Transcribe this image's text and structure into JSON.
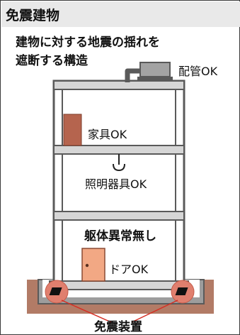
{
  "title": "免震建物",
  "subtitle": {
    "line1": "建物に対する地震の揺れを",
    "line2": "遮断する構造"
  },
  "labels": {
    "piping": "配管OK",
    "furniture": "家具OK",
    "lighting": "照明器具OK",
    "structure": "躯体異常無し",
    "door": "ドアOK",
    "isolator": "免震装置"
  },
  "colors": {
    "title_bar": "#e9e9e9",
    "frame": "#5a5a5a",
    "floor_slab": "#d6d6d6",
    "furniture": "#b5644e",
    "door": "#f2a884",
    "ground": "#b27b66",
    "foundation": "#9d9d9d",
    "isolator_circle": "#e07f6e",
    "callout_line": "#d62d22",
    "piping_equipment": "#a3a3a3"
  }
}
